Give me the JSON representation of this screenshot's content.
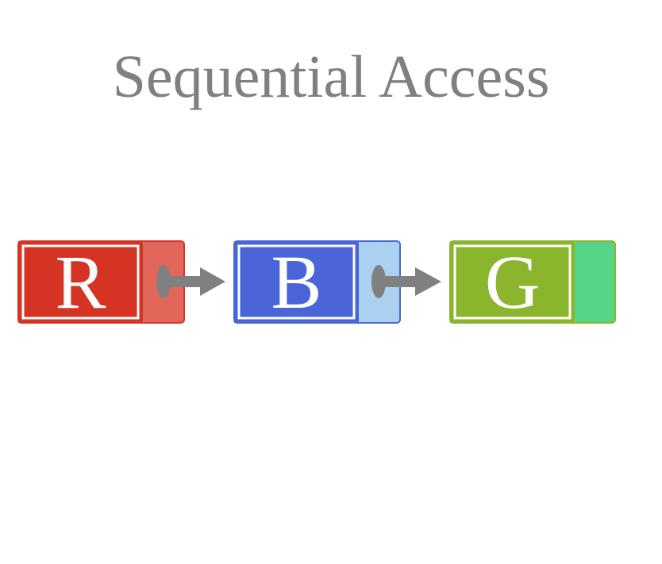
{
  "title": "Sequential Access",
  "nodes": [
    {
      "letter": "R",
      "fill": "#d53324",
      "pointer_fill": "#e0675a",
      "border": "#d53324"
    },
    {
      "letter": "B",
      "fill": "#4965d8",
      "pointer_fill": "#aad1ef",
      "border": "#4965d8"
    },
    {
      "letter": "G",
      "fill": "#8bb52c",
      "pointer_fill": "#56d488",
      "border": "#8bb52c"
    }
  ],
  "colors": {
    "title": "#808080",
    "arrow": "#808080",
    "background": "#ffffff"
  }
}
